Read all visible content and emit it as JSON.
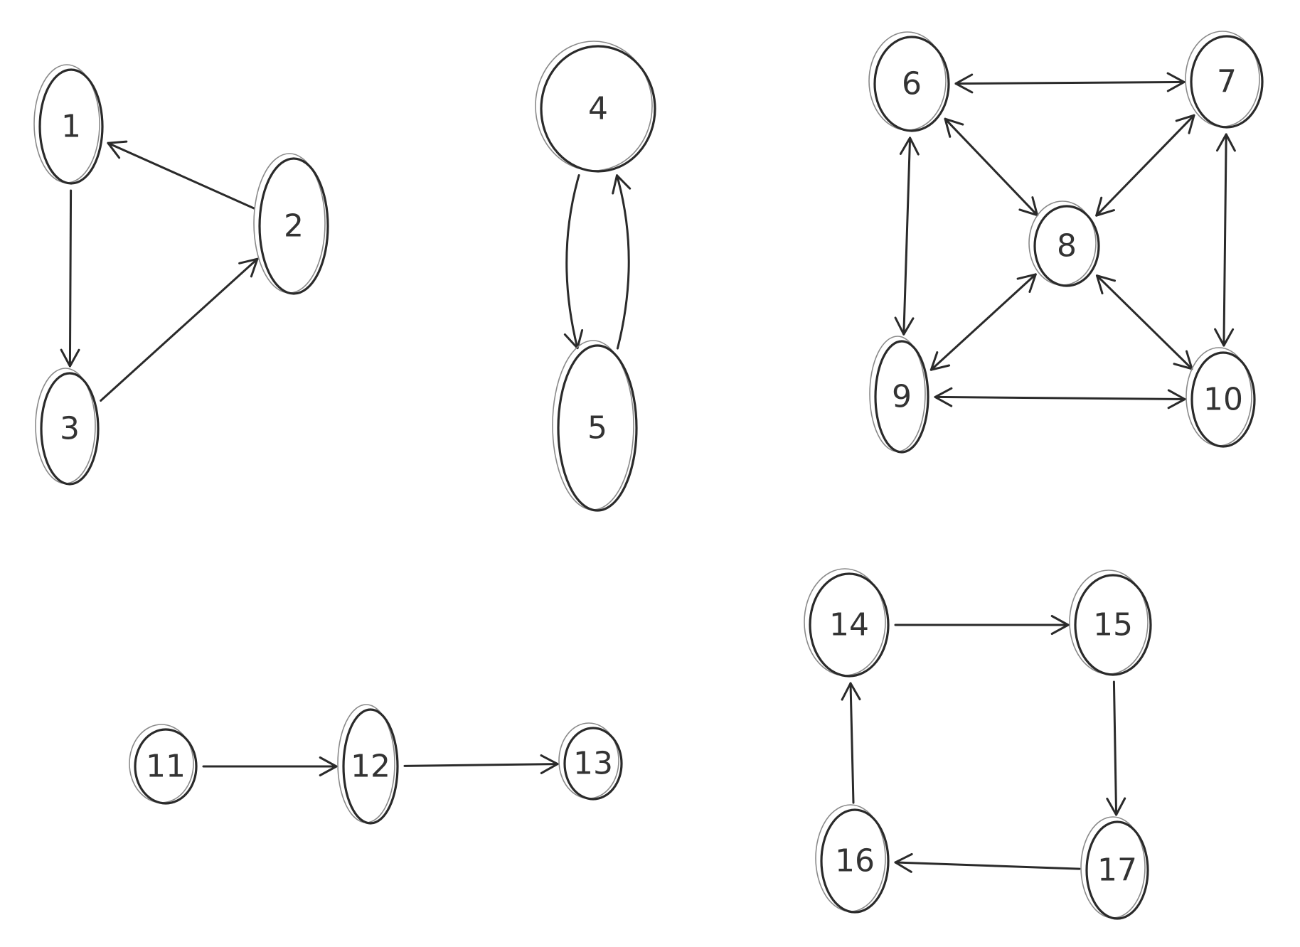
{
  "graphs": [
    {
      "nodes": [
        {
          "id": "n1",
          "label": "1"
        },
        {
          "id": "n2",
          "label": "2"
        },
        {
          "id": "n3",
          "label": "3"
        }
      ],
      "edges": [
        {
          "from": "n1",
          "to": "n3",
          "direction": "forward"
        },
        {
          "from": "n3",
          "to": "n2",
          "direction": "forward"
        },
        {
          "from": "n2",
          "to": "n1",
          "direction": "forward"
        }
      ]
    },
    {
      "nodes": [
        {
          "id": "n4",
          "label": "4"
        },
        {
          "id": "n5",
          "label": "5"
        }
      ],
      "edges": [
        {
          "from": "n4",
          "to": "n5",
          "direction": "forward"
        },
        {
          "from": "n5",
          "to": "n4",
          "direction": "forward"
        }
      ]
    },
    {
      "nodes": [
        {
          "id": "n6",
          "label": "6"
        },
        {
          "id": "n7",
          "label": "7"
        },
        {
          "id": "n8",
          "label": "8"
        },
        {
          "id": "n9",
          "label": "9"
        },
        {
          "id": "n10",
          "label": "10"
        }
      ],
      "edges": [
        {
          "from": "n6",
          "to": "n7",
          "direction": "both"
        },
        {
          "from": "n6",
          "to": "n9",
          "direction": "both"
        },
        {
          "from": "n7",
          "to": "n10",
          "direction": "both"
        },
        {
          "from": "n9",
          "to": "n10",
          "direction": "both"
        },
        {
          "from": "n6",
          "to": "n8",
          "direction": "both"
        },
        {
          "from": "n7",
          "to": "n8",
          "direction": "both"
        },
        {
          "from": "n9",
          "to": "n8",
          "direction": "both"
        },
        {
          "from": "n10",
          "to": "n8",
          "direction": "both"
        }
      ]
    },
    {
      "nodes": [
        {
          "id": "n11",
          "label": "11"
        },
        {
          "id": "n12",
          "label": "12"
        },
        {
          "id": "n13",
          "label": "13"
        }
      ],
      "edges": [
        {
          "from": "n11",
          "to": "n12",
          "direction": "forward"
        },
        {
          "from": "n12",
          "to": "n13",
          "direction": "forward"
        }
      ]
    },
    {
      "nodes": [
        {
          "id": "n14",
          "label": "14"
        },
        {
          "id": "n15",
          "label": "15"
        },
        {
          "id": "n16",
          "label": "16"
        },
        {
          "id": "n17",
          "label": "17"
        }
      ],
      "edges": [
        {
          "from": "n14",
          "to": "n15",
          "direction": "forward"
        },
        {
          "from": "n15",
          "to": "n17",
          "direction": "forward"
        },
        {
          "from": "n17",
          "to": "n16",
          "direction": "forward"
        },
        {
          "from": "n16",
          "to": "n14",
          "direction": "forward"
        }
      ]
    }
  ]
}
